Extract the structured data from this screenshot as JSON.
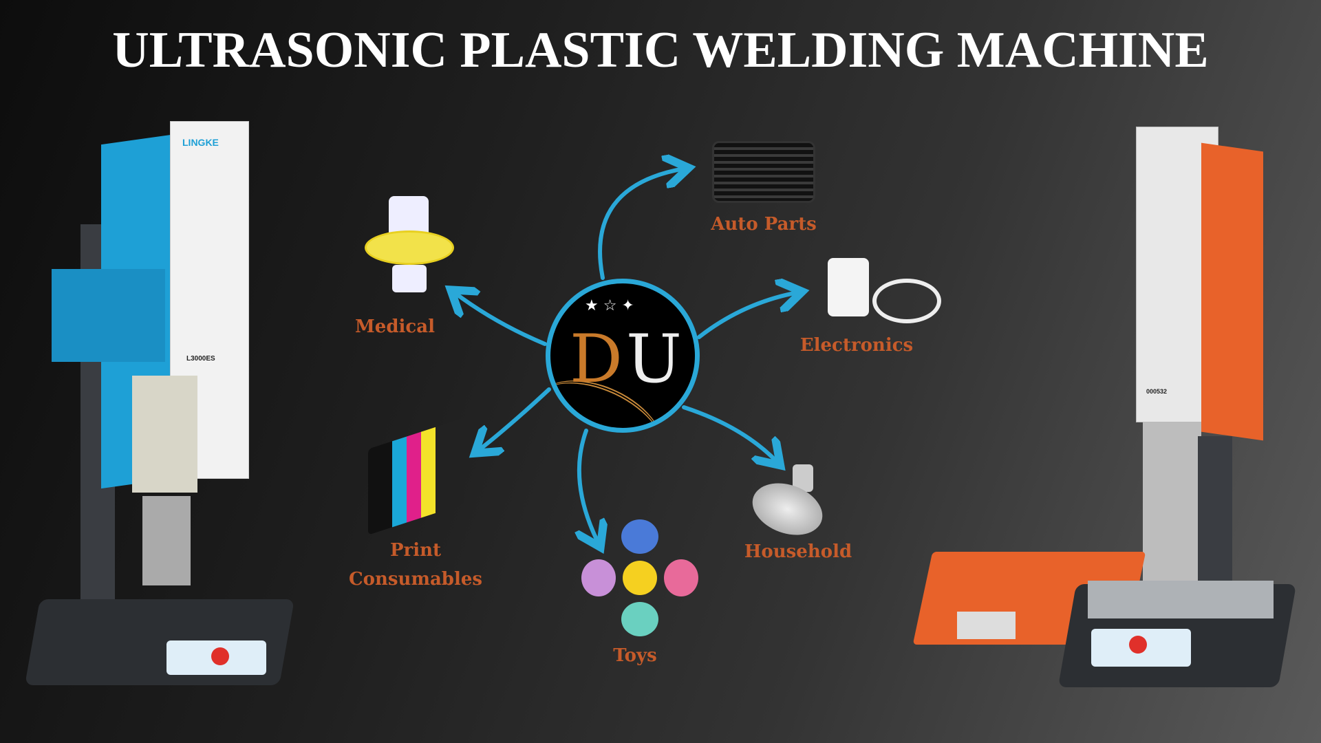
{
  "title": "ULTRASONIC PLASTIC WELDING MACHINE",
  "logo": {
    "letters_d": "D",
    "letters_u": "U"
  },
  "applications": [
    {
      "label": "Medical"
    },
    {
      "label": "Auto Parts"
    },
    {
      "label": "Electronics"
    },
    {
      "label": "Print",
      "label2": "Consumables"
    },
    {
      "label": "Toys"
    },
    {
      "label": "Household"
    }
  ],
  "left_machine": {
    "brand": "LINGKE",
    "model": "L3000ES"
  },
  "right_machine": {
    "serial": "000532"
  },
  "colors": {
    "arrow": "#2aa8d8",
    "label": "#c65b2a",
    "left_machine": "#1ea0d6",
    "right_machine": "#e8622a"
  }
}
